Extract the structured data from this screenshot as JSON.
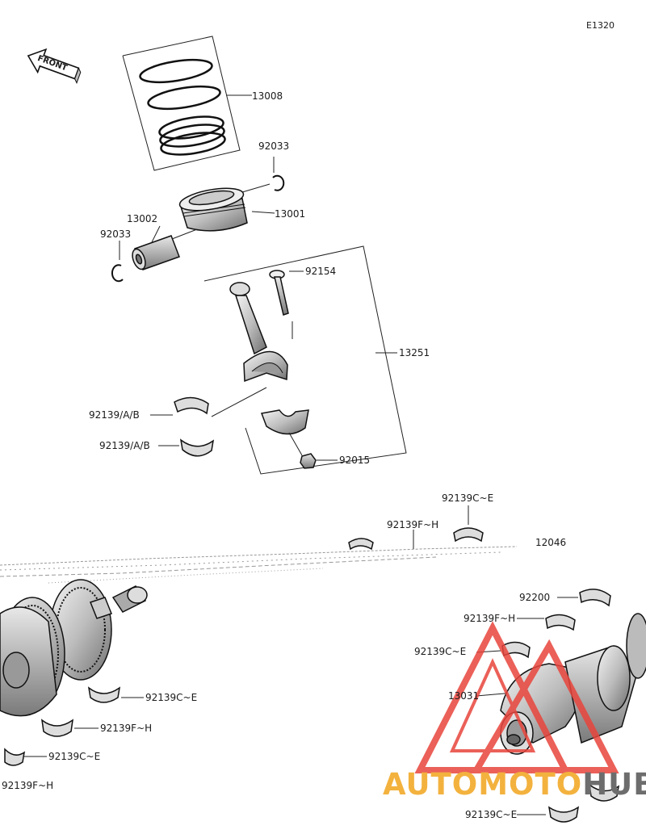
{
  "diagram": {
    "code": "E1320",
    "front_label": "FRONT",
    "parts": [
      {
        "id": "13008"
      },
      {
        "id": "92033"
      },
      {
        "id": "13001"
      },
      {
        "id": "13002"
      },
      {
        "id": "92033"
      },
      {
        "id": "92154"
      },
      {
        "id": "13251"
      },
      {
        "id": "92139/A/B"
      },
      {
        "id": "92139/A/B"
      },
      {
        "id": "92015"
      },
      {
        "id": "92139C~E"
      },
      {
        "id": "92139F~H"
      },
      {
        "id": "12046"
      },
      {
        "id": "92200"
      },
      {
        "id": "92139F~H"
      },
      {
        "id": "92139C~E"
      },
      {
        "id": "13031"
      },
      {
        "id": "92139C~E"
      },
      {
        "id": "92139F~H"
      },
      {
        "id": "92139C~E"
      },
      {
        "id": "92139F~H"
      },
      {
        "id": "92139C~E"
      }
    ]
  },
  "watermark": {
    "part1": "AUTOMOTO",
    "part2": "HUB",
    "color_main": "#f3b23e",
    "color_secondary": "#6d6d6d",
    "logo_color": "#e8453c"
  }
}
